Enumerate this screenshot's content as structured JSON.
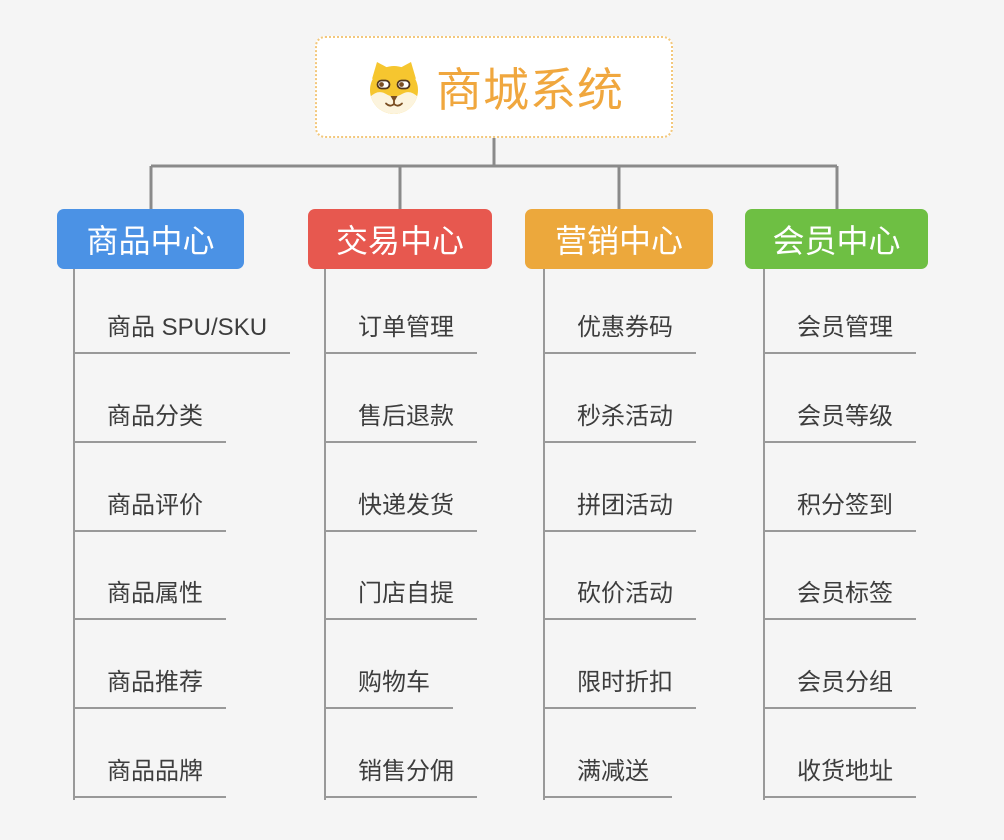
{
  "root": {
    "title": "商城系统",
    "icon": "dog-face"
  },
  "branches": [
    {
      "label": "商品中心",
      "color": "#4B92E5",
      "children": [
        "商品 SPU/SKU",
        "商品分类",
        "商品评价",
        "商品属性",
        "商品推荐",
        "商品品牌"
      ]
    },
    {
      "label": "交易中心",
      "color": "#E7584F",
      "children": [
        "订单管理",
        "售后退款",
        "快递发货",
        "门店自提",
        "购物车",
        "销售分佣"
      ]
    },
    {
      "label": "营销中心",
      "color": "#ECA83C",
      "children": [
        "优惠券码",
        "秒杀活动",
        "拼团活动",
        "砍价活动",
        "限时折扣",
        "满减送"
      ]
    },
    {
      "label": "会员中心",
      "color": "#6EBF43",
      "children": [
        "会员管理",
        "会员等级",
        "积分签到",
        "会员标签",
        "会员分组",
        "收货地址"
      ]
    }
  ],
  "style_colors": {
    "background": "#F5F5F5",
    "connector_line": "#8A8A8A",
    "leaf_line": "#999999",
    "leaf_text": "#3D3D3D",
    "root_text": "#F0A73E",
    "root_border": "#F3C87C",
    "icon_yellow": "#F6C62F",
    "icon_cream": "#FCF4DE",
    "icon_brown": "#7A4E22"
  }
}
